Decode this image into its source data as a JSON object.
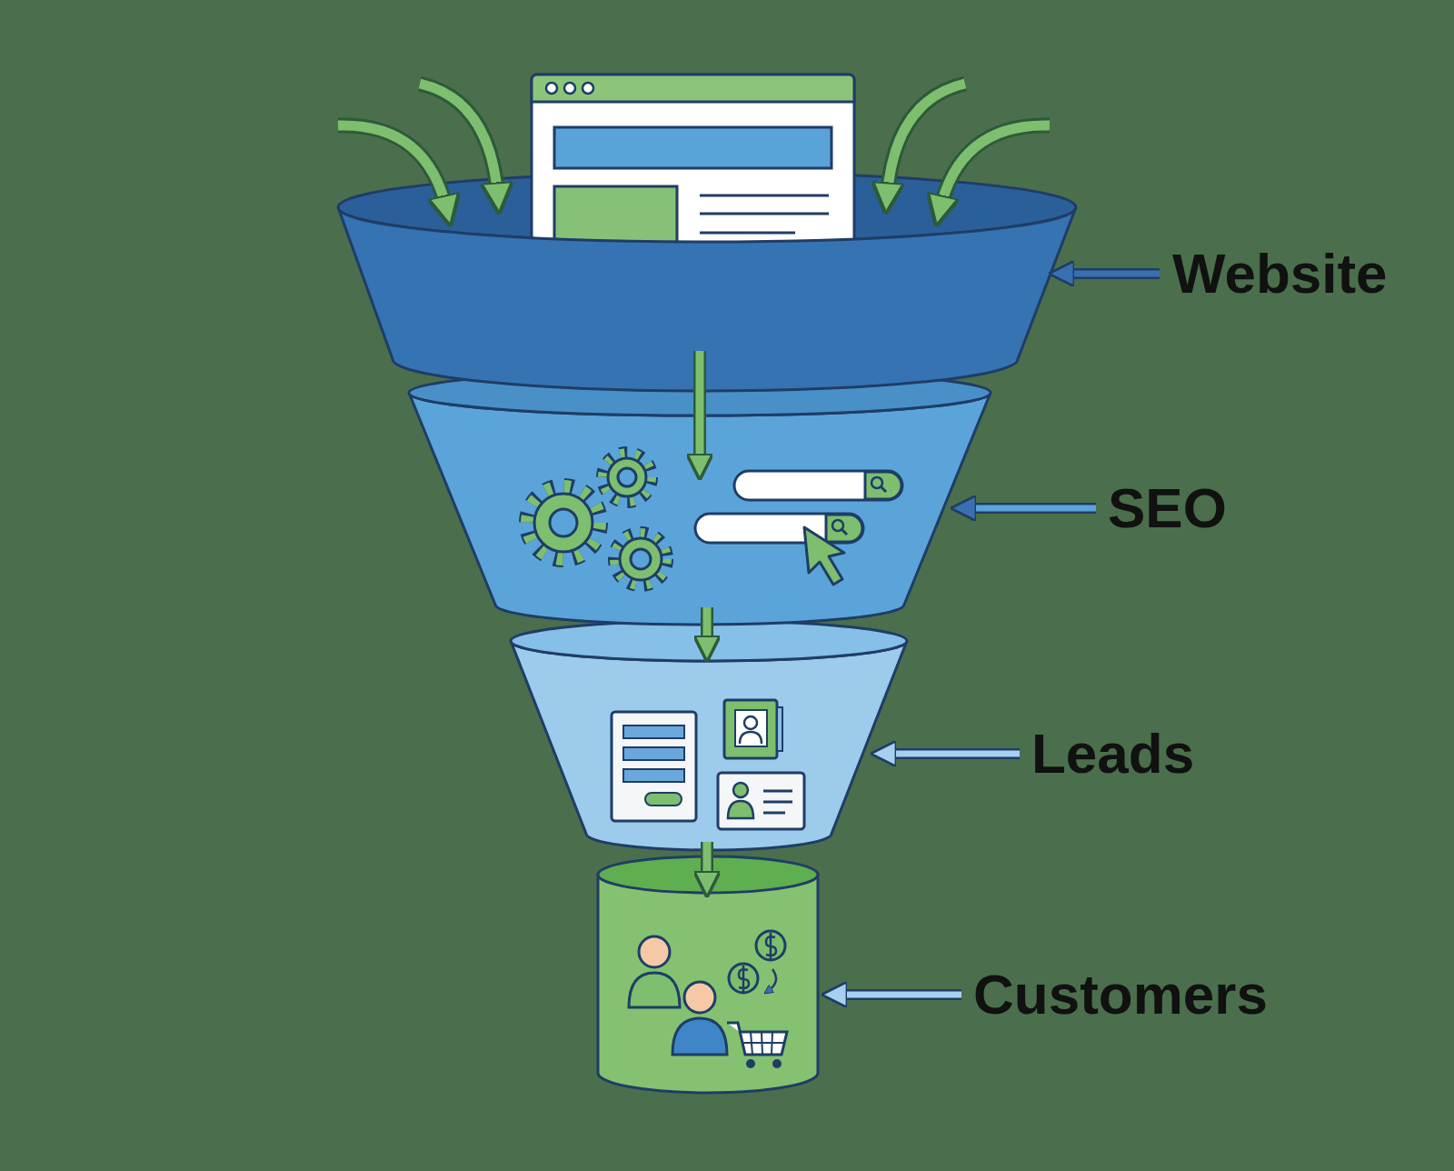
{
  "diagram": {
    "nodes": [
      {
        "text": [
          "Website"
        ]
      },
      {
        "text": [
          "SEO"
        ]
      },
      {
        "text": [
          "Leads"
        ]
      },
      {
        "text": [
          "Customers"
        ]
      }
    ],
    "edges": [
      {
        "from": 0,
        "to": 1,
        "arrow": "to"
      },
      {
        "from": 1,
        "to": 2,
        "arrow": "to"
      },
      {
        "from": 2,
        "to": 3,
        "arrow": "to"
      }
    ]
  }
}
